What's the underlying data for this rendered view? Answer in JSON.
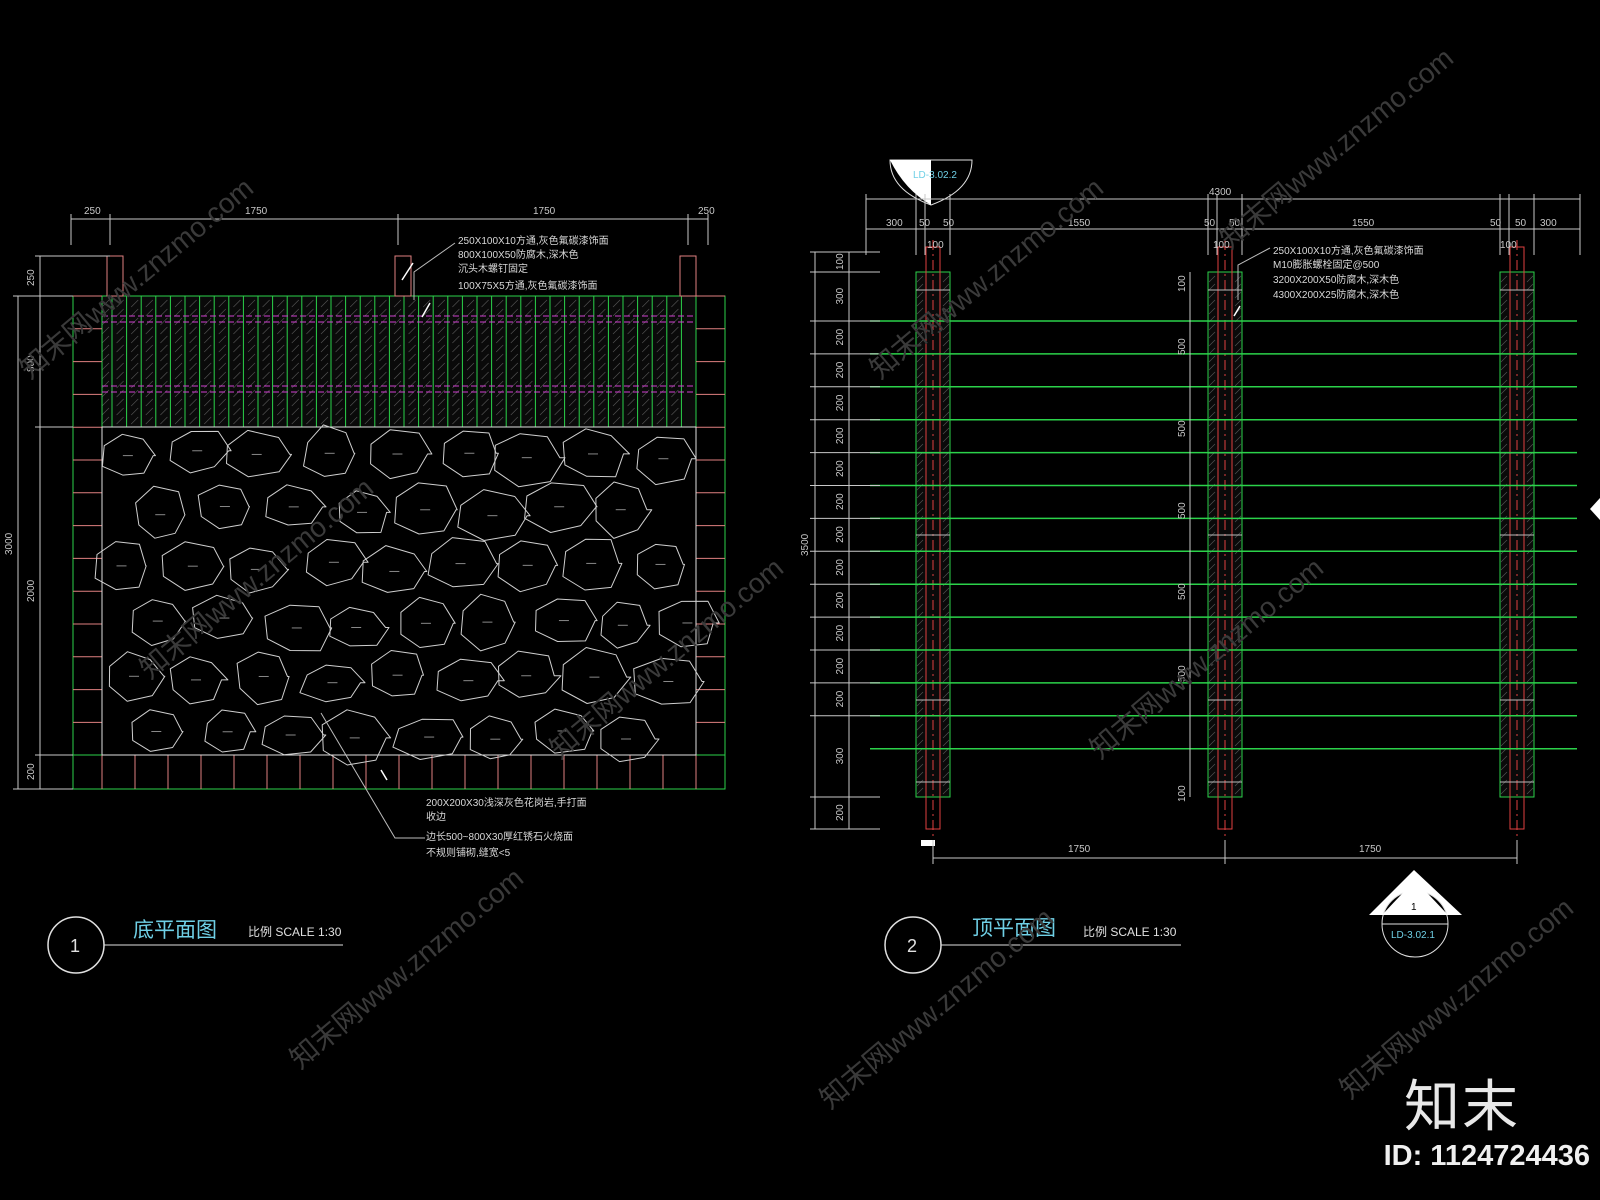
{
  "left_plan": {
    "title": "底平面图",
    "scale": "比例 SCALE 1:30",
    "number": "1",
    "dims_top": [
      "250",
      "1750",
      "1750",
      "250"
    ],
    "dims_left": [
      "250",
      "800",
      "2000",
      "200"
    ],
    "dim_total": "3000",
    "notes_top": [
      "250X100X10方通,灰色氟碳漆饰面",
      "800X100X50防腐木,深木色",
      "沉头木螺钉固定",
      "100X75X5方通,灰色氟碳漆饰面"
    ],
    "notes_bottom": [
      "200X200X30浅深灰色花岗岩,手打面",
      "收边",
      "边长500~800X30厚红锈石火烧面",
      "不规则铺砌,缝宽<5"
    ]
  },
  "right_plan": {
    "title": "顶平面图",
    "scale": "比例 SCALE 1:30",
    "number": "2",
    "section_top": "LD-3.02.2",
    "section_bottom_num": "1",
    "section_bottom": "LD-3.02.1",
    "dim_total": "4300",
    "dims_top": [
      "300",
      "50",
      "50",
      "1550",
      "50",
      "50",
      "1550",
      "50",
      "50",
      "300"
    ],
    "dims_col": [
      "100",
      "100",
      "100"
    ],
    "dims_bottom": [
      "1750",
      "1750"
    ],
    "dims_left_outer": [
      "100",
      "300",
      "200",
      "200",
      "200",
      "200",
      "200",
      "200",
      "200",
      "200",
      "200",
      "200",
      "200",
      "200",
      "300",
      "200"
    ],
    "dim_left_total": "3500",
    "dims_mid": [
      "100",
      "500",
      "500",
      "500",
      "500",
      "500",
      "100"
    ],
    "notes": [
      "250X100X10方通,灰色氟碳漆饰面",
      "M10膨胀螺栓固定@500",
      "3200X200X50防腐木,深木色",
      "4300X200X25防腐木,深木色"
    ]
  },
  "watermark": "知末网www.znzmo.com",
  "logo": "知末",
  "id_label": "ID: 1124724436"
}
